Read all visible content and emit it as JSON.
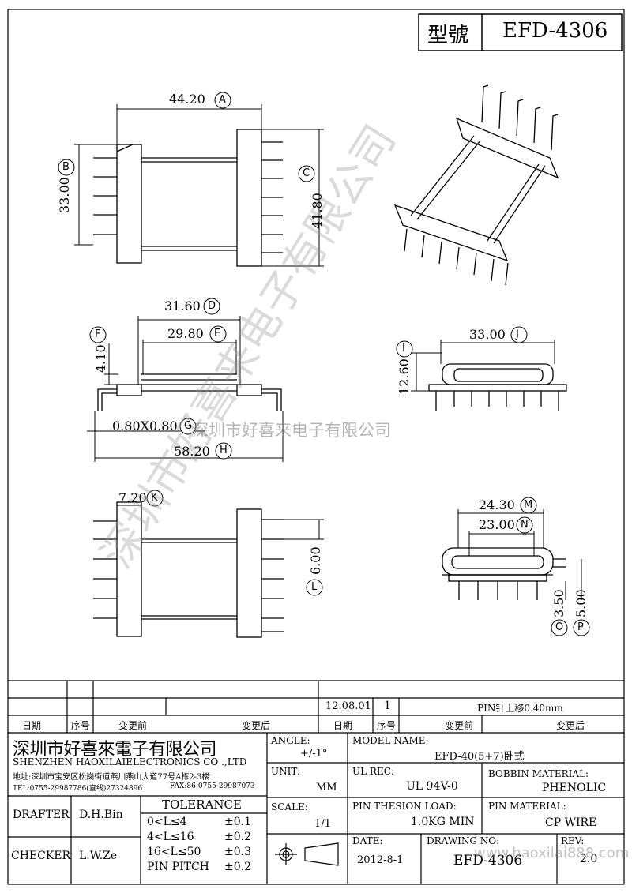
{
  "title_block": {
    "model_label": "型號",
    "model_value": "EFD-4306"
  },
  "dimensions": {
    "A": "44.20",
    "B": "33.00",
    "C": "41.80",
    "D": "31.60",
    "E": "29.80",
    "F": "4.10",
    "G": "0.80X0.80",
    "H": "58.20",
    "I": "12.60",
    "J": "33.00",
    "K": "7.20",
    "L": "6.00",
    "M": "24.30",
    "N": "23.00",
    "O": "3.50",
    "P": "5.00"
  },
  "labels": {
    "A": "A",
    "B": "B",
    "C": "C",
    "D": "D",
    "E": "E",
    "F": "F",
    "G": "G",
    "H": "H",
    "I": "I",
    "J": "J",
    "K": "K",
    "L": "L",
    "M": "M",
    "N": "N",
    "O": "O",
    "P": "P"
  },
  "watermark": {
    "text": "深圳市好喜来电子有限公司",
    "diagonal": "深圳市好喜来电子有限公司"
  },
  "revision": {
    "date": "12.08.01",
    "no": "1",
    "after": "PIN针上移0.40mm",
    "header_date": "日期",
    "header_no": "序号",
    "header_before": "变更前",
    "header_after": "变更后"
  },
  "company": {
    "name_cn": "深圳市好喜來電子有限公司",
    "name_en": "SHENZHEN HAOXILAIELECTRONICS CO .,LTD",
    "address": "地址:深圳市宝安区松岗街道燕川燕山大道77号A栋2-3楼",
    "tel": "TEL:0755-29987786(直线)27324896",
    "fax": "FAX:86-0755-29987073"
  },
  "people": {
    "drafter_label": "DRAFTER",
    "drafter": "D.H.Bin",
    "checker_label": "CHECKER",
    "checker": "L.W.Ze"
  },
  "tolerance": {
    "title": "TOLERANCE",
    "rows": [
      {
        "range": "0<L≤4",
        "value": "±0.1"
      },
      {
        "range": "4<L≤16",
        "value": "±0.2"
      },
      {
        "range": "16<L≤50",
        "value": "±0.3"
      },
      {
        "range": "PIN PITCH",
        "value": "±0.2"
      }
    ]
  },
  "specs": {
    "angle_label": "ANGLE:",
    "angle": "+/-1°",
    "unit_label": "UNIT:",
    "unit": "MM",
    "scale_label": "SCALE:",
    "scale": "1/1",
    "model_name_label": "MODEL NAME:",
    "model_name": "EFD-40(5+7)卧式",
    "ul_label": "UL REC:",
    "ul": "UL 94V-0",
    "bobbin_label": "BOBBIN MATERIAL:",
    "bobbin": "PHENOLIC",
    "load_label": "PIN THESION LOAD:",
    "load": "1.0KG MIN",
    "pin_label": "PIN MATERIAL:",
    "pin": "CP  WIRE",
    "date_label": "DATE:",
    "date": "2012-8-1",
    "drawing_label": "DRAWING NO:",
    "drawing": "EFD-4306",
    "rev_label": "REV:",
    "rev": "2.0",
    "site": "www.haoxilai888.com"
  }
}
